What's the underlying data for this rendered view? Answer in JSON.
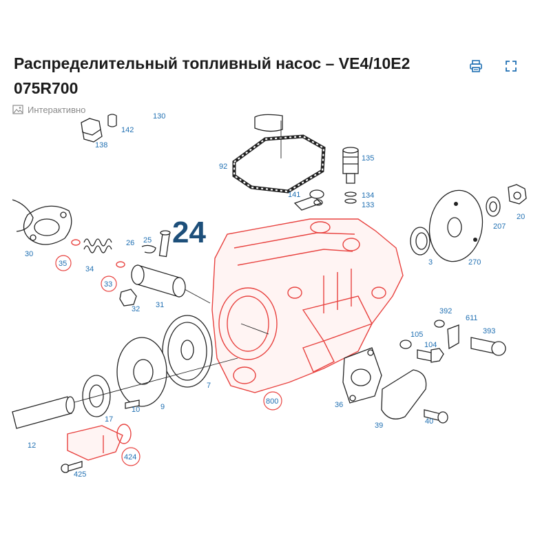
{
  "page": {
    "title": "Распределительный топливный насос – VE4/10E2 075R700",
    "interactive_label": "Интерактивно"
  },
  "diagram": {
    "group_number": "24",
    "labels": [
      {
        "id": "l138",
        "text": "138"
      },
      {
        "id": "l142",
        "text": "142"
      },
      {
        "id": "l130",
        "text": "130"
      },
      {
        "id": "l92",
        "text": "92"
      },
      {
        "id": "l135",
        "text": "135"
      },
      {
        "id": "l141",
        "text": "141"
      },
      {
        "id": "l134",
        "text": "134"
      },
      {
        "id": "l133",
        "text": "133"
      },
      {
        "id": "l207",
        "text": "207"
      },
      {
        "id": "l20",
        "text": "20"
      },
      {
        "id": "l270",
        "text": "270"
      },
      {
        "id": "l3",
        "text": "3"
      },
      {
        "id": "l30",
        "text": "30"
      },
      {
        "id": "l35",
        "text": "35",
        "circled": true
      },
      {
        "id": "l34",
        "text": "34"
      },
      {
        "id": "l33",
        "text": "33",
        "circled": true
      },
      {
        "id": "l26",
        "text": "26"
      },
      {
        "id": "l25",
        "text": "25"
      },
      {
        "id": "l32",
        "text": "32"
      },
      {
        "id": "l31",
        "text": "31"
      },
      {
        "id": "l392",
        "text": "392"
      },
      {
        "id": "l611",
        "text": "611"
      },
      {
        "id": "l393",
        "text": "393"
      },
      {
        "id": "l105",
        "text": "105"
      },
      {
        "id": "l104",
        "text": "104"
      },
      {
        "id": "l17",
        "text": "17"
      },
      {
        "id": "l10",
        "text": "10"
      },
      {
        "id": "l9",
        "text": "9"
      },
      {
        "id": "l7",
        "text": "7"
      },
      {
        "id": "l800",
        "text": "800",
        "circled": true
      },
      {
        "id": "l36",
        "text": "36"
      },
      {
        "id": "l39",
        "text": "39"
      },
      {
        "id": "l40",
        "text": "40"
      },
      {
        "id": "l12",
        "text": "12"
      },
      {
        "id": "l424",
        "text": "424",
        "circled": true
      },
      {
        "id": "l425",
        "text": "425"
      }
    ]
  },
  "icons": {
    "print": "printer-icon",
    "expand": "expand-icon",
    "image": "image-icon"
  },
  "colors": {
    "highlight": "#e8423f",
    "label": "#1f6fb2",
    "group_number": "#1d4f7a",
    "accent_icon": "#1f6fb2"
  }
}
